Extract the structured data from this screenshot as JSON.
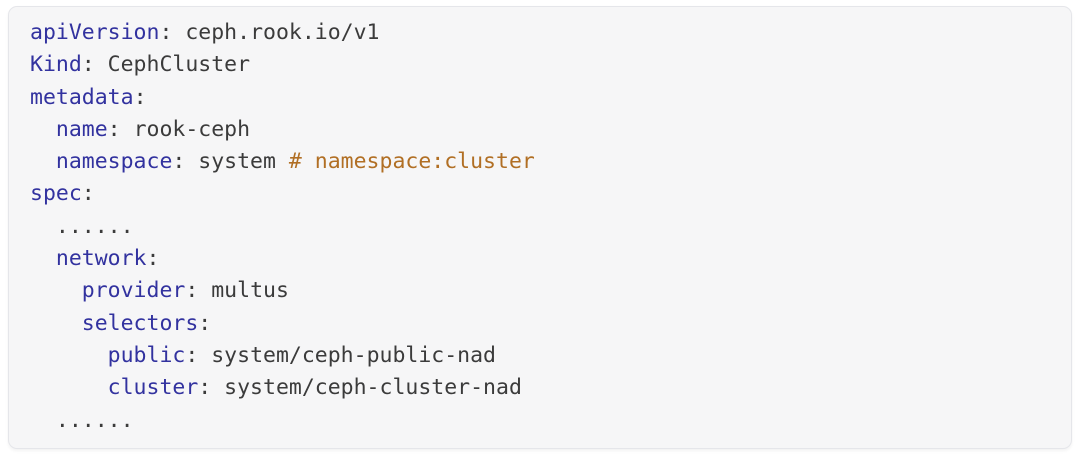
{
  "page": {
    "background": "#ffffff"
  },
  "code_block": {
    "language": "yaml",
    "colors": {
      "page_bg": "#ffffff",
      "panel_bg": "#f6f6f7",
      "panel_border": "#e5e6ea",
      "key": "#32329f",
      "value": "#3b3b3b",
      "plain": "#3b3b3b",
      "comment": "#b16f24"
    },
    "lines": [
      {
        "tokens": [
          {
            "type": "key",
            "text": "apiVersion"
          },
          {
            "type": "plain",
            "text": ": "
          },
          {
            "type": "value",
            "text": "ceph.rook.io/v1"
          }
        ]
      },
      {
        "tokens": [
          {
            "type": "key",
            "text": "Kind"
          },
          {
            "type": "plain",
            "text": ": "
          },
          {
            "type": "value",
            "text": "CephCluster"
          }
        ]
      },
      {
        "tokens": [
          {
            "type": "key",
            "text": "metadata"
          },
          {
            "type": "plain",
            "text": ":"
          }
        ]
      },
      {
        "tokens": [
          {
            "type": "plain",
            "text": "  "
          },
          {
            "type": "key",
            "text": "name"
          },
          {
            "type": "plain",
            "text": ": "
          },
          {
            "type": "value",
            "text": "rook-ceph"
          }
        ]
      },
      {
        "tokens": [
          {
            "type": "plain",
            "text": "  "
          },
          {
            "type": "key",
            "text": "namespace"
          },
          {
            "type": "plain",
            "text": ": "
          },
          {
            "type": "value",
            "text": "system "
          },
          {
            "type": "comment",
            "text": "# namespace:cluster"
          }
        ]
      },
      {
        "tokens": [
          {
            "type": "key",
            "text": "spec"
          },
          {
            "type": "plain",
            "text": ":"
          }
        ]
      },
      {
        "tokens": [
          {
            "type": "plain",
            "text": "  ......"
          }
        ]
      },
      {
        "tokens": [
          {
            "type": "plain",
            "text": "  "
          },
          {
            "type": "key",
            "text": "network"
          },
          {
            "type": "plain",
            "text": ":"
          }
        ]
      },
      {
        "tokens": [
          {
            "type": "plain",
            "text": "    "
          },
          {
            "type": "key",
            "text": "provider"
          },
          {
            "type": "plain",
            "text": ": "
          },
          {
            "type": "value",
            "text": "multus"
          }
        ]
      },
      {
        "tokens": [
          {
            "type": "plain",
            "text": "    "
          },
          {
            "type": "key",
            "text": "selectors"
          },
          {
            "type": "plain",
            "text": ":"
          }
        ]
      },
      {
        "tokens": [
          {
            "type": "plain",
            "text": "      "
          },
          {
            "type": "key",
            "text": "public"
          },
          {
            "type": "plain",
            "text": ": "
          },
          {
            "type": "value",
            "text": "system/ceph-public-nad"
          }
        ]
      },
      {
        "tokens": [
          {
            "type": "plain",
            "text": "      "
          },
          {
            "type": "key",
            "text": "cluster"
          },
          {
            "type": "plain",
            "text": ": "
          },
          {
            "type": "value",
            "text": "system/ceph-cluster-nad"
          }
        ]
      },
      {
        "tokens": [
          {
            "type": "plain",
            "text": "  ......"
          }
        ]
      }
    ]
  }
}
